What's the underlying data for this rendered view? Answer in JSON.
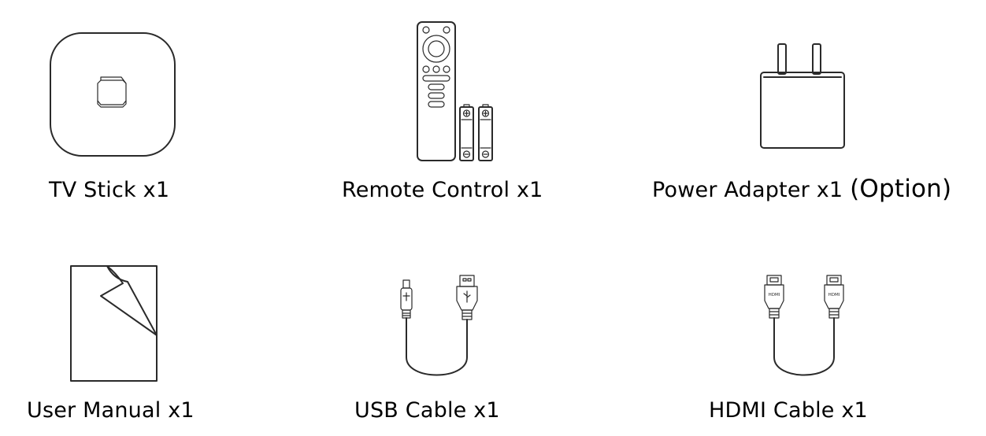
{
  "items": [
    {
      "label": "TV Stick x1",
      "icon": "tv-stick-icon"
    },
    {
      "label": "Remote Control x1",
      "icon": "remote-control-icon"
    },
    {
      "label": "Power Adapter x1",
      "option": "(Option)",
      "icon": "power-adapter-icon"
    },
    {
      "label": "User Manual x1",
      "icon": "user-manual-icon"
    },
    {
      "label": "USB Cable x1",
      "icon": "usb-cable-icon"
    },
    {
      "label": "HDMI Cable x1",
      "icon": "hdmi-cable-icon",
      "connector_labels": [
        "HDMI",
        "HDMI"
      ]
    }
  ],
  "colors": {
    "stroke": "#2a2a2a",
    "text": "#000000",
    "background": "#ffffff"
  }
}
